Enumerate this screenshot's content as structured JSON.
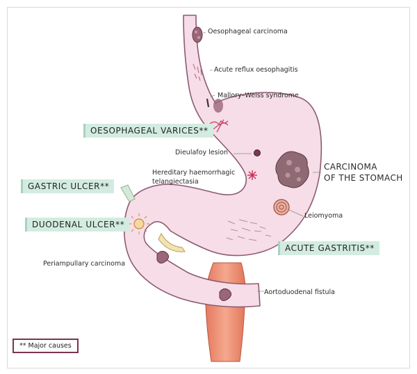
{
  "labels": {
    "oesophageal_carcinoma": "Oesophageal carcinoma",
    "acute_reflux_oesophagitis": "Acute reflux oesophagitis",
    "mallory_weiss": "Mallory–Weiss syndrome",
    "dieulafoy": "Dieulafoy  lesion",
    "hht_line1": "Hereditary haemorrhagic",
    "hht_line2": "telangiectasia",
    "carcinoma_stomach_line1": "CARCINOMA",
    "carcinoma_stomach_line2": "OF THE STOMACH",
    "leiomyoma": "Leiomyoma",
    "periampullary": "Periampullary  carcinoma",
    "aortoduodenal": "Aortoduodenal fistula"
  },
  "major_causes": {
    "oesophageal_varices": "OESOPHAGEAL VARICES**",
    "gastric_ulcer": "GASTRIC ULCER**",
    "duodenal_ulcer": "DUODENAL ULCER**",
    "acute_gastritis": "ACUTE GASTRITIS**"
  },
  "legend": {
    "text": "** Major causes"
  },
  "colors": {
    "organ_fill": "#f6dde7",
    "organ_outline": "#8c5a72",
    "lesion": "#8a5466",
    "aorta": "#e9876b",
    "cause_box": "#d3ece1",
    "legend_border": "#7a3450"
  }
}
